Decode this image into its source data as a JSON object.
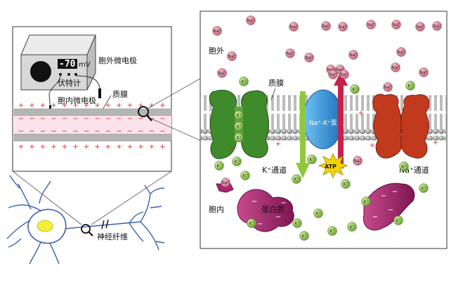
{
  "voltmeter": {
    "reading": "-70",
    "unit": "mV",
    "label": "伏特计"
  },
  "labels": {
    "extracellular_electrode": "胞外微电极",
    "intracellular_electrode": "胞内微电极",
    "membrane_left": "质膜",
    "nerve_fiber": "神经纤维",
    "outside": "胞外",
    "inside": "胞内",
    "membrane_right": "质膜",
    "pump": "Na⁺-K⁺泵",
    "atp": "ATP",
    "k_channel": "K⁺通道",
    "na_channel": "Na⁺通道",
    "protein": "蛋白质"
  },
  "ions": {
    "na": "Na⁺",
    "k": "K⁺"
  },
  "charges": {
    "plus": "+",
    "minus": "−"
  },
  "colors": {
    "na_ion": "#d9889a",
    "k_ion": "#8ec94a",
    "k_channel": "#3f8a2a",
    "na_channel": "#c23a1e",
    "pump": "#3a9ee0",
    "protein": "#a7286e",
    "membrane": "#9a9a9a",
    "atp": "#f5d400"
  }
}
